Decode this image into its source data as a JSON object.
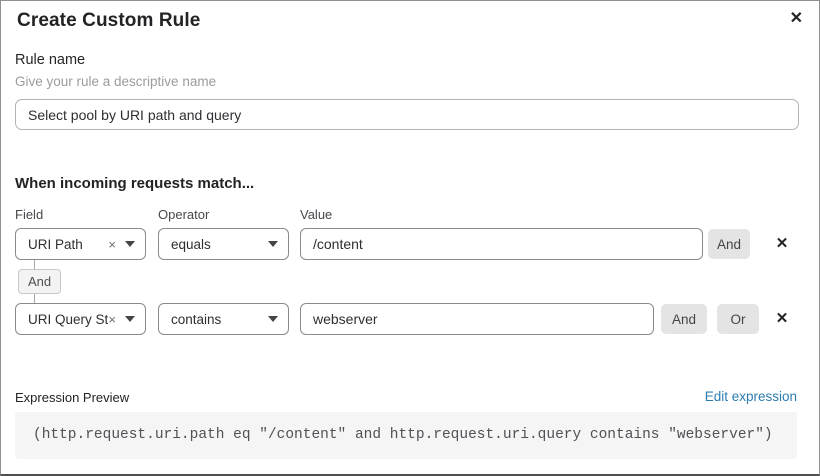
{
  "dialog": {
    "title": "Create Custom Rule"
  },
  "icons": {
    "close": "✕",
    "remove": "✕",
    "clear": "×"
  },
  "rule_name": {
    "label": "Rule name",
    "helper": "Give your rule a descriptive name",
    "value": "Select pool by URI path and query"
  },
  "matcher": {
    "heading": "When incoming requests match...",
    "columns": {
      "field": "Field",
      "operator": "Operator",
      "value": "Value"
    },
    "connector_label": "And",
    "rows": [
      {
        "field": "URI Path",
        "operator": "equals",
        "value": "/content",
        "and_label": "And"
      },
      {
        "field": "URI Query St...",
        "operator": "contains",
        "value": "webserver",
        "and_label": "And",
        "or_label": "Or"
      }
    ]
  },
  "expression_preview": {
    "label": "Expression Preview",
    "edit_link": "Edit expression",
    "expression": "(http.request.uri.path eq \"/content\" and http.request.uri.query contains \"webserver\")"
  },
  "colors": {
    "link_blue": "#2c7cb0",
    "button_gray": "#e4e4e4",
    "code_bg": "#f5f5f6"
  }
}
